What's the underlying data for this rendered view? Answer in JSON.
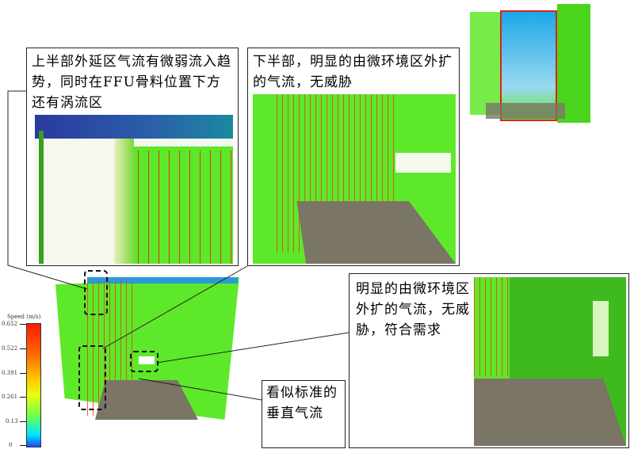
{
  "annotations": {
    "upper": "上半部外延区气流有微弱流入趋势，同时在FFU骨料位置下方还有涡流区",
    "lower": "下半部，明显的由微环境区外扩的气流，无威胁",
    "right": "明显的由微环境区外扩的气流，无威胁，符合需求",
    "vertical": "看似标准的垂直气流"
  },
  "legend": {
    "title": "Speed (m/s)",
    "ticks": [
      "0.652",
      "0.522",
      "0.391",
      "0.261",
      "0.13",
      "0"
    ],
    "colors": [
      "#ff1a00",
      "#ff6a00",
      "#ffc800",
      "#e8ff10",
      "#6cff4a",
      "#00e8ff",
      "#1a4aff"
    ]
  }
}
